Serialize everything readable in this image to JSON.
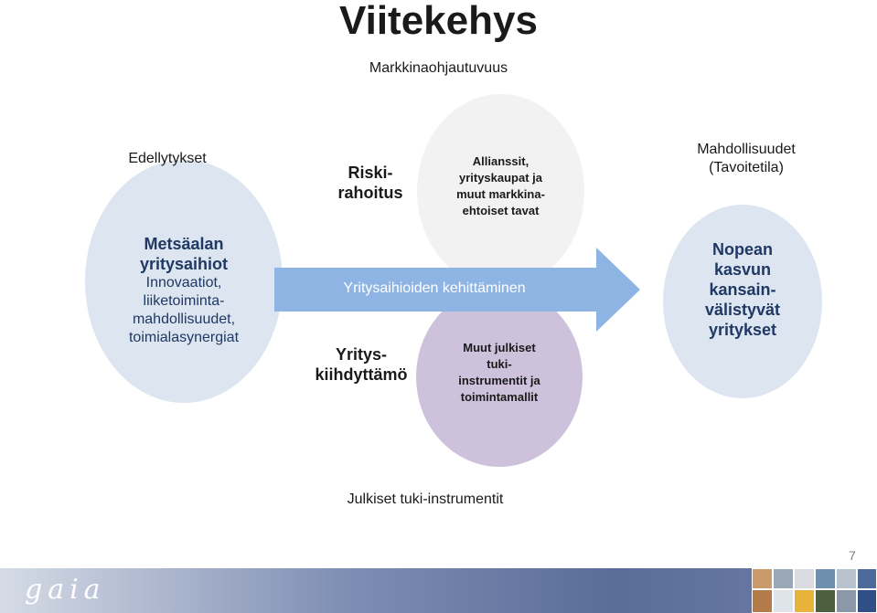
{
  "title": "Viitekehys",
  "subtitle": "Markkinaohjautuvuus",
  "left": {
    "heading": "Edellytykset",
    "circle_title_1": "Metsäalan",
    "circle_title_2": "yritysaihiot",
    "circle_lines": [
      "Innovaatiot,",
      "liiketoiminta-",
      "mahdollisuudet,",
      "toimialasynergiat"
    ]
  },
  "middle": {
    "riski_1": "Riski-",
    "riski_2": "rahoitus",
    "top_ellipse_lines": [
      "Allianssit,",
      "yrityskaupat ja",
      "muut markkina-",
      "ehtoiset tavat"
    ],
    "arrow_label": "Yritysaihioiden kehittäminen",
    "yritys_1": "Yritys-",
    "yritys_2": "kiihdyttämö",
    "bottom_ellipse_lines": [
      "Muut julkiset",
      "tuki-",
      "instrumentit ja",
      "toimintamallit"
    ],
    "bottom_label": "Julkiset tuki-instrumentit"
  },
  "right": {
    "heading_1": "Mahdollisuudet",
    "heading_2": "(Tavoitetila)",
    "circle_lines": [
      "Nopean",
      "kasvun",
      "kansain-",
      "välistyvät",
      "yritykset"
    ]
  },
  "footer": {
    "logo": "gaia",
    "page_number": "7"
  },
  "colors": {
    "light_blue": "#dce5f0",
    "arrow_blue": "#8eb4e3",
    "light_gray": "#f2f2f2",
    "lavender": "#cdc1dc",
    "footer_blue": "#5a6d98"
  }
}
